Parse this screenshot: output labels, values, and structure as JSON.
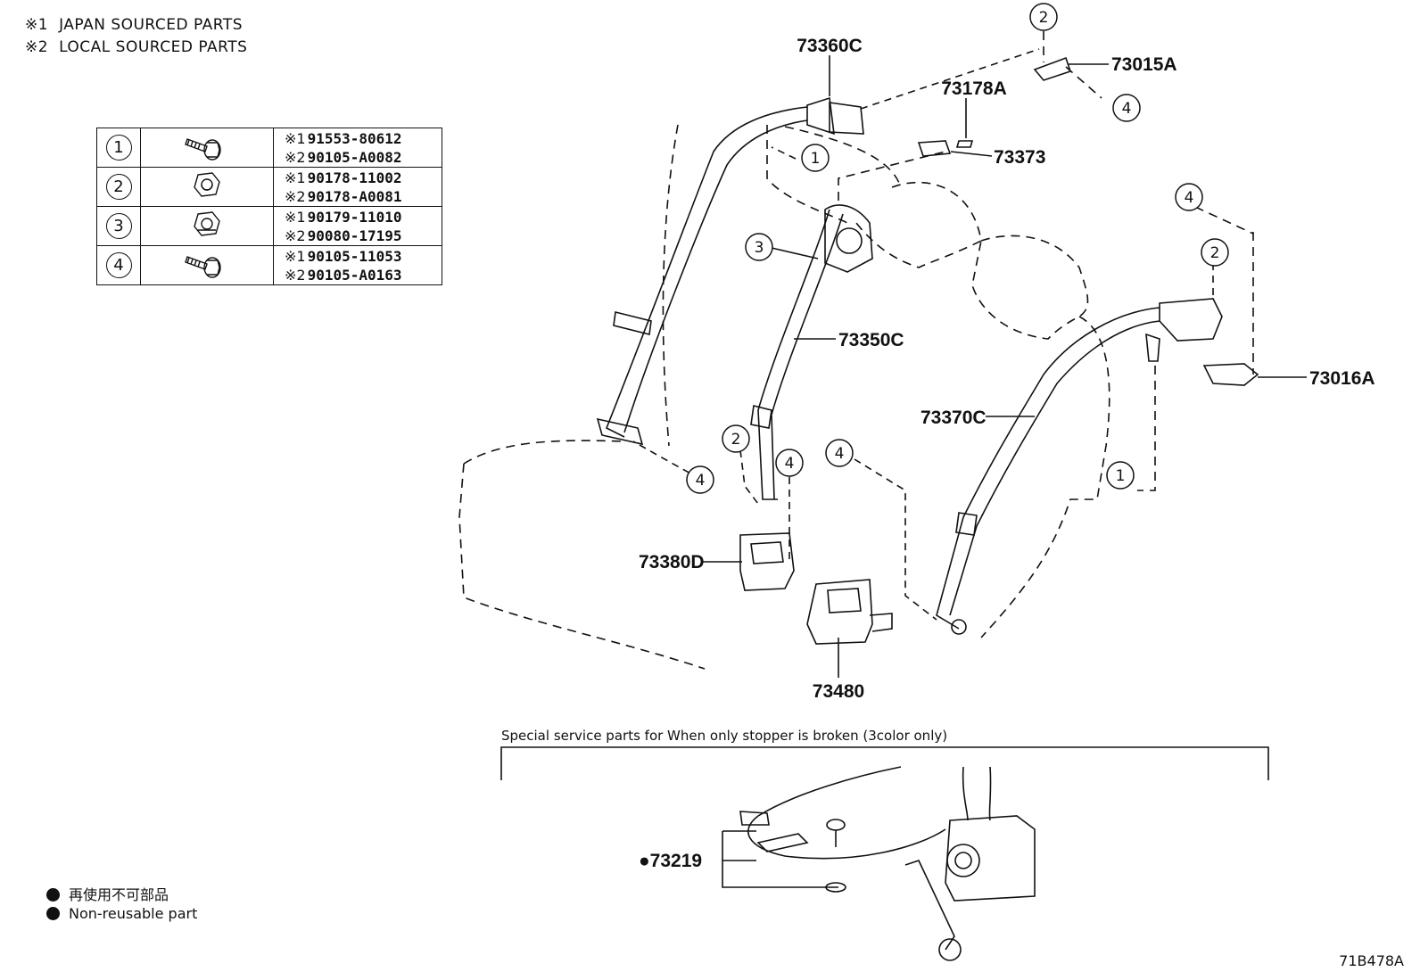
{
  "header": {
    "notes": [
      {
        "mark": "※1",
        "text": "JAPAN SOURCED PARTS"
      },
      {
        "mark": "※2",
        "text": "LOCAL SOURCED PARTS"
      }
    ]
  },
  "fasteners": [
    {
      "ref": "1",
      "icon": "bolt-icon",
      "parts": [
        {
          "mark": "※1",
          "pn": "91553-80612"
        },
        {
          "mark": "※2",
          "pn": "90105-A0082"
        }
      ]
    },
    {
      "ref": "2",
      "icon": "nut-icon",
      "parts": [
        {
          "mark": "※1",
          "pn": "90178-11002"
        },
        {
          "mark": "※2",
          "pn": "90178-A0081"
        }
      ]
    },
    {
      "ref": "3",
      "icon": "nut-icon",
      "parts": [
        {
          "mark": "※1",
          "pn": "90179-11010"
        },
        {
          "mark": "※2",
          "pn": "90080-17195"
        }
      ]
    },
    {
      "ref": "4",
      "icon": "bolt-icon",
      "parts": [
        {
          "mark": "※1",
          "pn": "90105-11053"
        },
        {
          "mark": "※2",
          "pn": "90105-A0163"
        }
      ]
    }
  ],
  "callouts": {
    "c73360C": "73360C",
    "c73015A": "73015A",
    "c73178A": "73178A",
    "c73373": "73373",
    "c73350C": "73350C",
    "c73016A": "73016A",
    "c73370C": "73370C",
    "c73380D": "73380D",
    "c73480": "73480",
    "c73219": "●73219"
  },
  "circle_refs": {
    "one": "1",
    "two": "2",
    "three": "3",
    "four": "4"
  },
  "service_caption": "Special service parts for When only stopper is broken (3color only)",
  "bottom_legend": [
    "再使用不可部品",
    "Non-reusable part"
  ],
  "diagram_id": "71B478A"
}
